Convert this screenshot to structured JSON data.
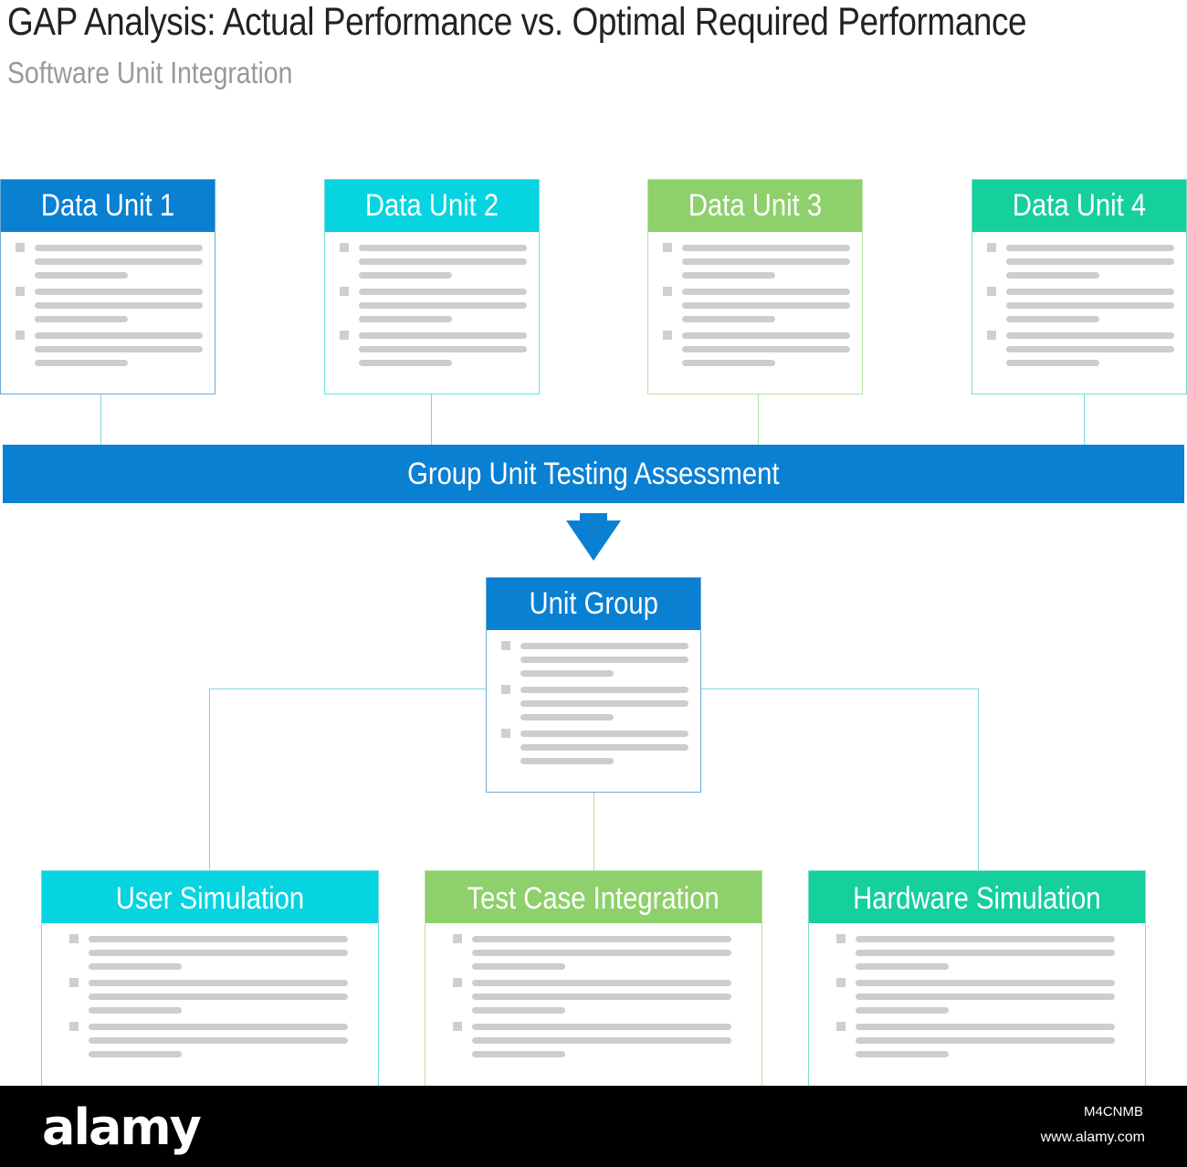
{
  "title": "GAP Analysis: Actual Performance vs. Optimal Required Performance",
  "subtitle": "Software Unit Integration",
  "colors": {
    "blue": "#0980d2",
    "cyan": "#06d4e0",
    "green": "#8ed06b",
    "teal": "#15cf9d"
  },
  "data_units": [
    {
      "label": "Data Unit 1",
      "color": "#0980d2"
    },
    {
      "label": "Data Unit 2",
      "color": "#06d4e0"
    },
    {
      "label": "Data Unit 3",
      "color": "#8ed06b"
    },
    {
      "label": "Data Unit 4",
      "color": "#15cf9d"
    }
  ],
  "assessment_bar": {
    "label": "Group Unit Testing Assessment"
  },
  "unit_group": {
    "label": "Unit Group"
  },
  "outputs": [
    {
      "label": "User Simulation"
    },
    {
      "label": "Test Case Integration"
    },
    {
      "label": "Hardware Simulation"
    }
  ],
  "footer": {
    "logo": "alamy",
    "image_id": "M4CNMB",
    "site": "www.alamy.com"
  }
}
